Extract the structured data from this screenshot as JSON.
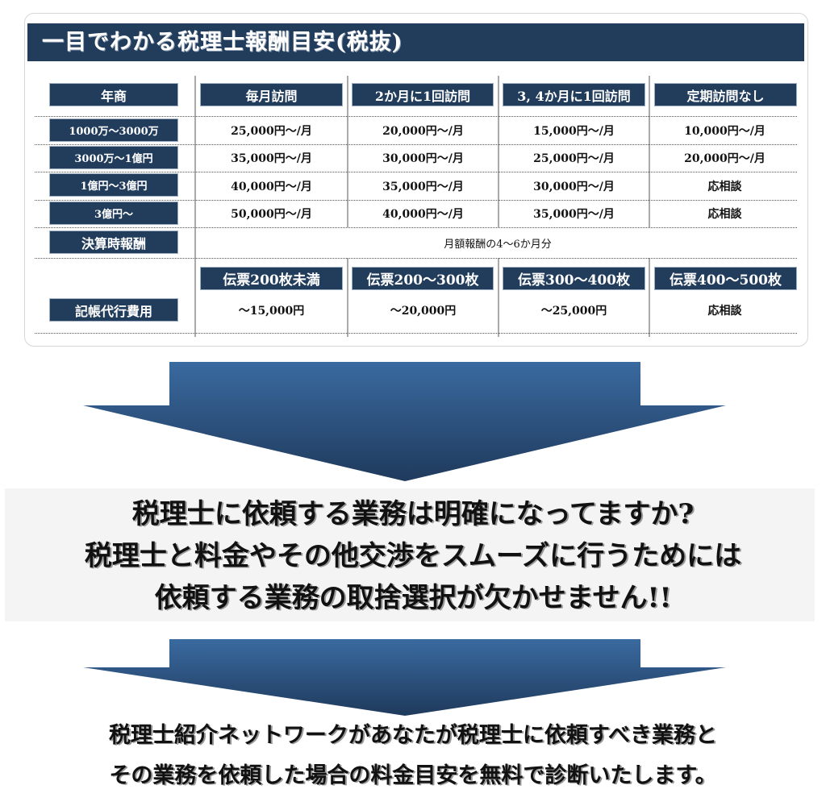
{
  "title": "一目でわかる税理士報酬目安(税抜)",
  "table": {
    "corner_header": "年商",
    "columns": [
      "毎月訪問",
      "2か月に1回訪問",
      "3, 4か月に1回訪問",
      "定期訪問なし"
    ],
    "rows": [
      {
        "label": "1000万～3000万",
        "values": [
          "25,000円～/月",
          "20,000円～/月",
          "15,000円～/月",
          "10,000円～/月"
        ]
      },
      {
        "label": "3000万～1億円",
        "values": [
          "35,000円～/月",
          "30,000円～/月",
          "25,000円～/月",
          "20,000円～/月"
        ]
      },
      {
        "label": "1億円～3億円",
        "values": [
          "40,000円～/月",
          "35,000円～/月",
          "30,000円～/月",
          "応相談"
        ]
      },
      {
        "label": "3億円～",
        "values": [
          "50,000円～/月",
          "40,000円～/月",
          "35,000円～/月",
          "応相談"
        ]
      }
    ],
    "settlement": {
      "label": "決算時報酬",
      "value": "月額報酬の4～6か月分"
    },
    "bookkeeping": {
      "label": "記帳代行費用",
      "columns": [
        "伝票200枚未満",
        "伝票200～300枚",
        "伝票300～400枚",
        "伝票400～500枚"
      ],
      "values": [
        "～15,000円",
        "～20,000円",
        "～25,000円",
        "応相談"
      ]
    }
  },
  "middle_message": {
    "lines": [
      "税理士に依頼する業務は明確になってますか?",
      "税理士と料金やその他交渉をスムーズに行うためには",
      "依頼する業務の取捨選択が欠かせません!!"
    ]
  },
  "bottom_message": {
    "lines": [
      "税理士紹介ネットワークがあなたが税理士に依頼すべき業務と",
      "その業務を依頼した場合の料金目安を無料で診断いたします。"
    ]
  },
  "colors": {
    "navy": "#223d5c",
    "arrow_top": "#3a6aa0",
    "arrow_bottom": "#1f3a5c",
    "band_gray": "#f4f4f4"
  }
}
